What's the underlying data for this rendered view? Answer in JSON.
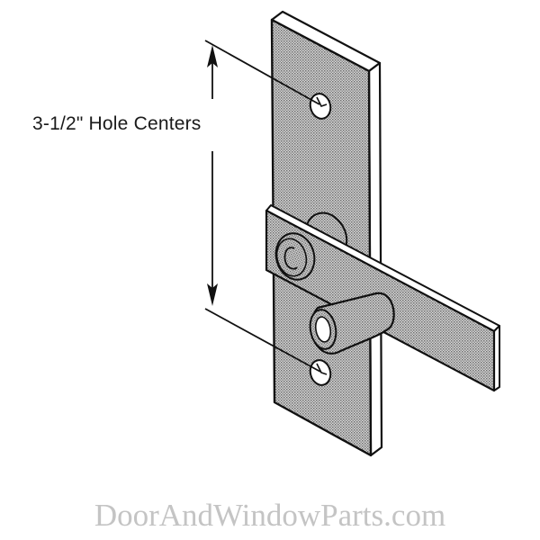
{
  "figure": {
    "subject": "Latch with strike plate (line drawing)",
    "dimension_label": "3-1/2\" Hole Centers",
    "watermark": "DoorAndWindowParts.com"
  },
  "colors": {
    "background": "#ffffff",
    "line": "#111111",
    "stipple_fill": "#b8b8b8",
    "watermark": "#c4c4c4",
    "label_text": "#1a1a1a"
  }
}
